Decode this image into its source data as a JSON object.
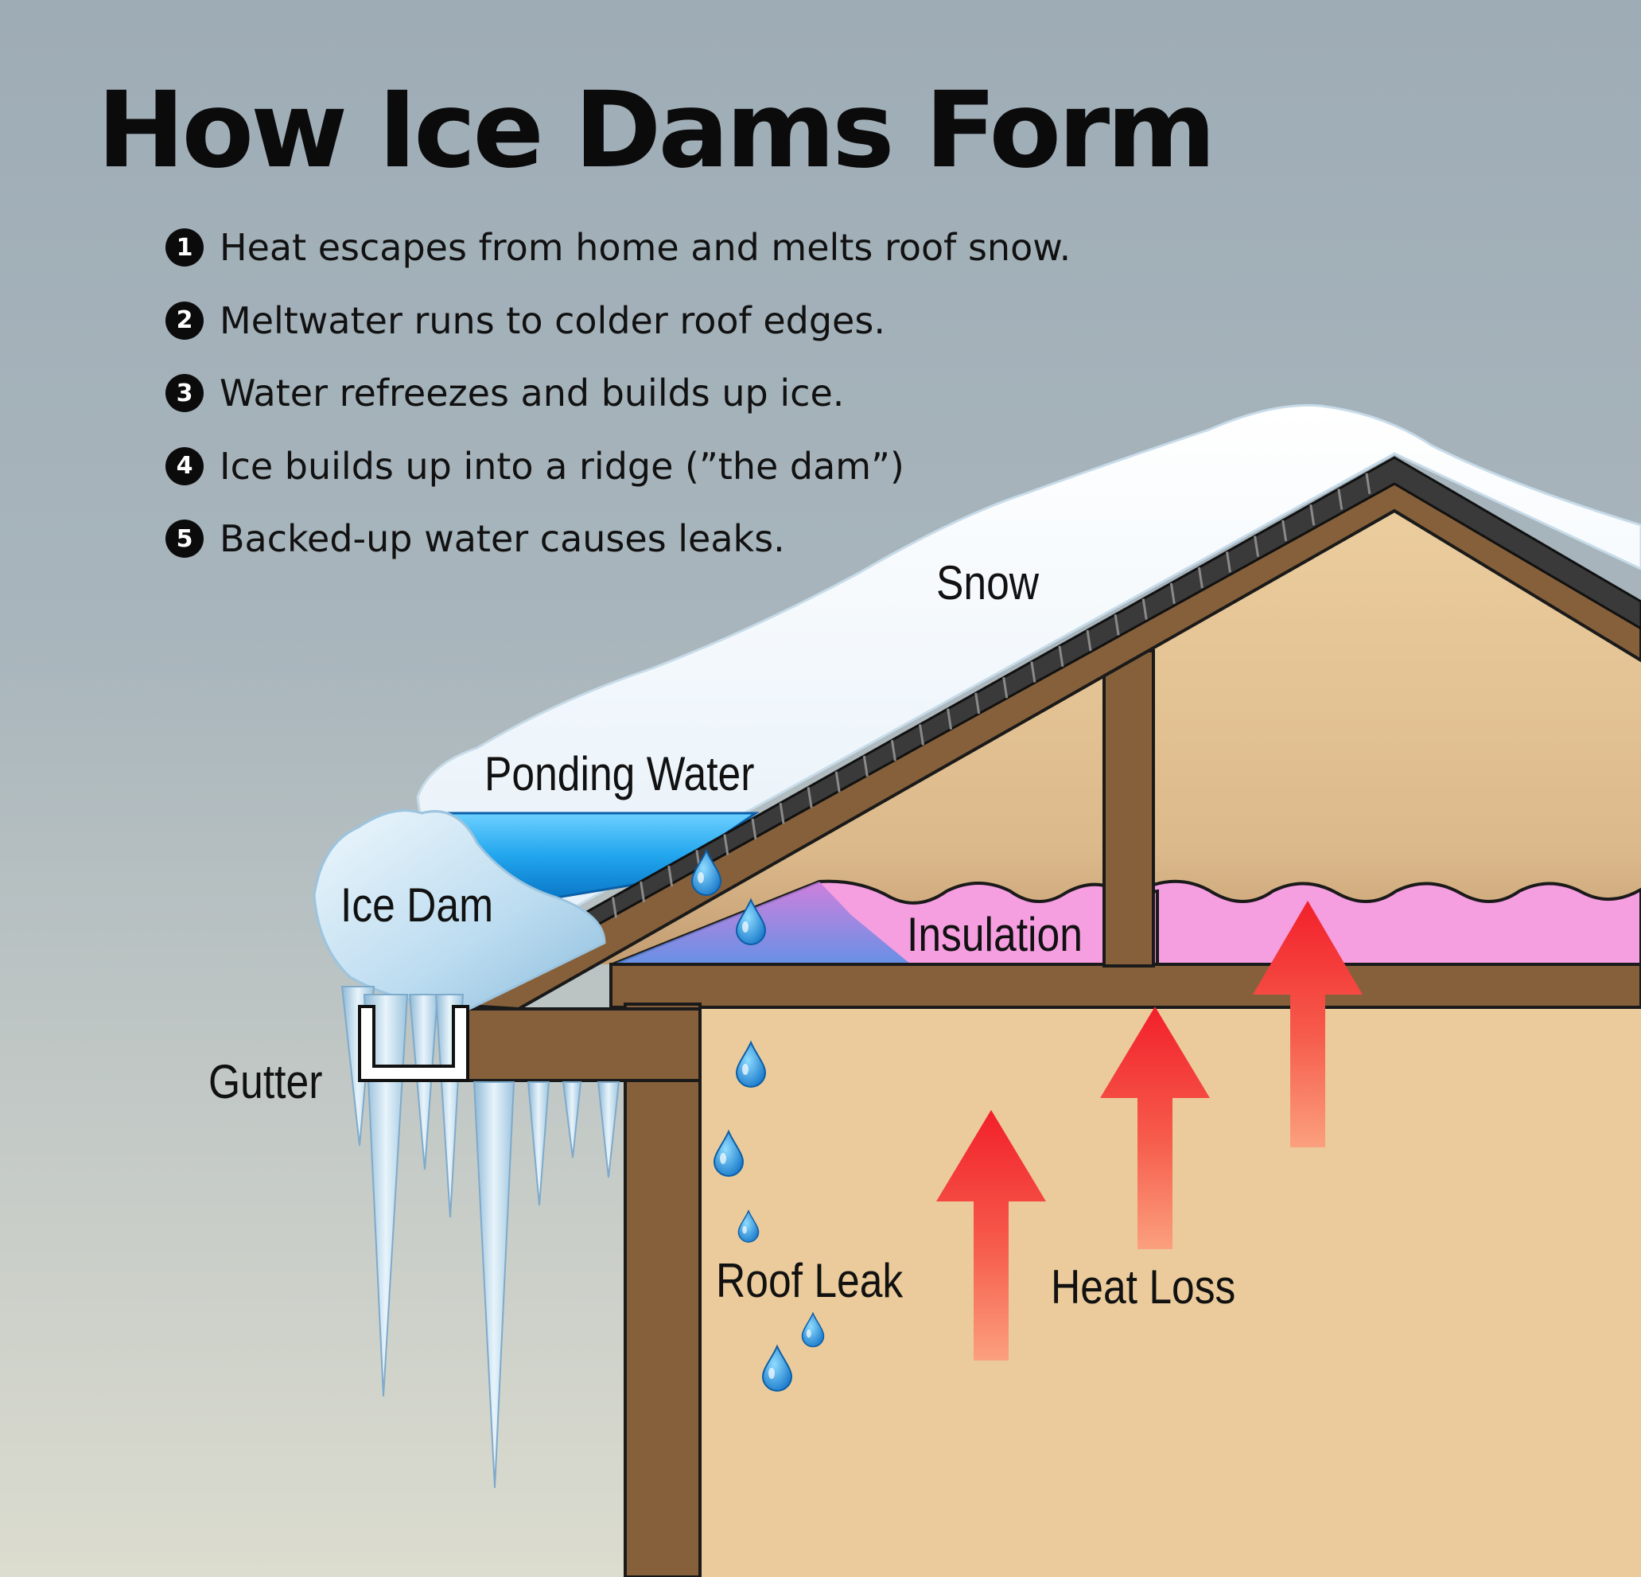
{
  "title": "How Ice Dams Form",
  "steps": [
    {
      "num": "1",
      "text": "Heat escapes from home and melts roof snow."
    },
    {
      "num": "2",
      "text": "Meltwater runs to colder roof edges."
    },
    {
      "num": "3",
      "text": "Water refreezes and builds up ice."
    },
    {
      "num": "4",
      "text": "Ice builds up into a ridge (”the dam”)"
    },
    {
      "num": "5",
      "text": "Backed-up water causes leaks."
    }
  ],
  "labels": {
    "snow": "Snow",
    "ponding_water": "Ponding Water",
    "ice_dam": "Ice Dam",
    "insulation": "Insulation",
    "gutter": "Gutter",
    "roof_leak": "Roof Leak",
    "heat_loss": "Heat Loss"
  },
  "colors": {
    "sky_top": "#9eacb6",
    "sky_bottom": "#dcdccf",
    "wood": "#86603a",
    "interior": "#ebcb9b",
    "attic": "#d8b486",
    "insulation": "#f59ee0",
    "shingle": "#2b2b2b",
    "snow": "#ffffff",
    "ice": "#c8e2f2",
    "water": "#1ea3ef",
    "heat_arrow": "#f2282a"
  }
}
